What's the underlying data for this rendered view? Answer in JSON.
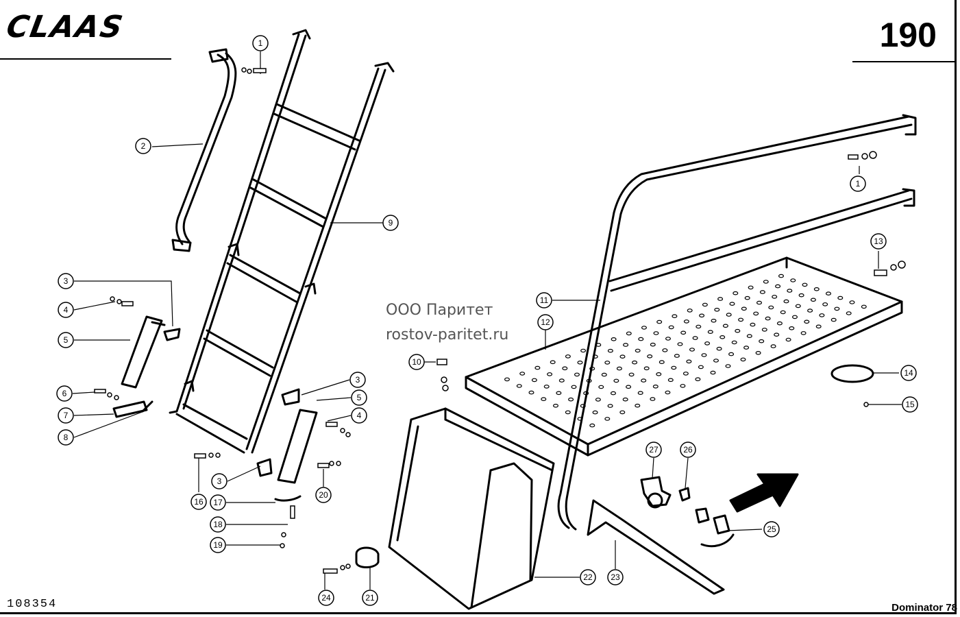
{
  "header": {
    "brand": "CLAAS",
    "page_number": "190"
  },
  "footer": {
    "drawing_number": "108354",
    "model": "Dominator 78"
  },
  "watermark": {
    "line1": "ООО Паритет",
    "line2": "rostov-paritet.ru"
  },
  "callouts": [
    "1",
    "2",
    "3",
    "4",
    "5",
    "6",
    "7",
    "8",
    "9",
    "10",
    "11",
    "12",
    "13",
    "14",
    "15",
    "16",
    "17",
    "18",
    "19",
    "20",
    "21",
    "22",
    "23",
    "24",
    "25",
    "26",
    "27"
  ]
}
